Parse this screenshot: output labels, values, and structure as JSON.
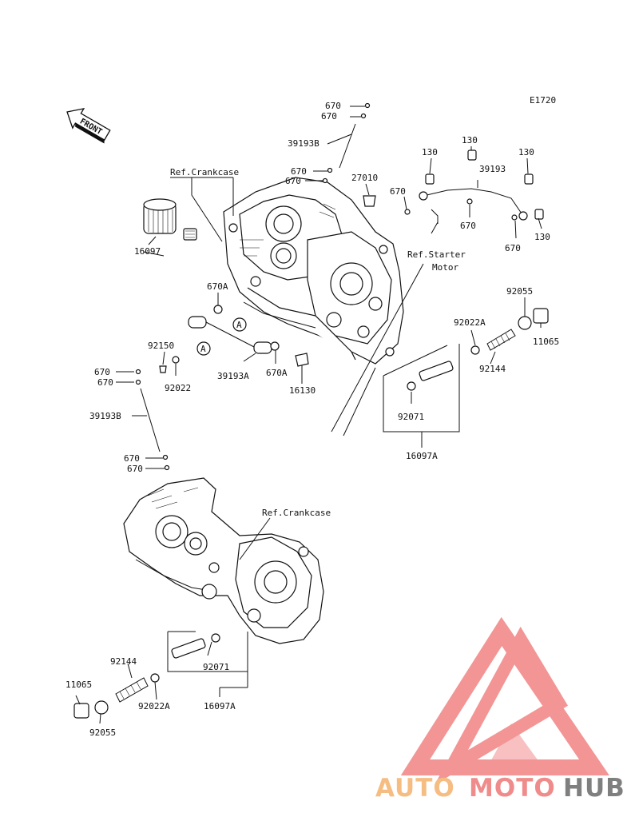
{
  "diagram_code": "E1720",
  "front_label": "FRONT",
  "refs": {
    "crankcase_top": "Ref.Crankcase",
    "starter_line1": "Ref.Starter",
    "starter_line2": "Motor",
    "crankcase_bottom": "Ref.Crankcase"
  },
  "callouts": {
    "A1": "A",
    "A2": "A"
  },
  "labels": {
    "l670_a": "670",
    "l670_b": "670",
    "l39193B_top": "39193B",
    "l670_c": "670",
    "l670_d": "670",
    "l27010": "27010",
    "l130_a": "130",
    "l130_b": "130",
    "l130_c": "130",
    "l130_d": "130",
    "l39193": "39193",
    "l670_e": "670",
    "l670_f": "670",
    "l670_g": "670",
    "l16097": "16097",
    "l670A_a": "670A",
    "l92150": "92150",
    "l92022": "92022",
    "l39193A": "39193A",
    "l670A_b": "670A",
    "l16130": "16130",
    "l92055_top": "92055",
    "l11065_top": "11065",
    "l92022A_top": "92022A",
    "l92144_top": "92144",
    "l92071_top": "92071",
    "l16097A_top": "16097A",
    "l670_h": "670",
    "l670_i": "670",
    "l39193B_left": "39193B",
    "l670_j": "670",
    "l670_k": "670",
    "l92144_bot": "92144",
    "l92071_bot": "92071",
    "l11065_bot": "11065",
    "l92022A_bot": "92022A",
    "l16097A_bot": "16097A",
    "l92055_bot": "92055"
  },
  "watermark": {
    "part1": "AUTO",
    "part2": "MOTO",
    "part3": "HUB",
    "color1": "#f6bd83",
    "color2": "#f08b8b",
    "color3": "#7f7f7f",
    "logo_color": "#f28a8a"
  }
}
